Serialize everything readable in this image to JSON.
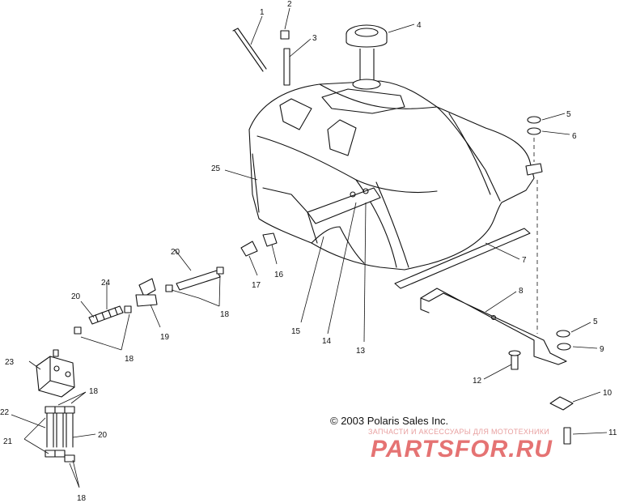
{
  "copyright": "© 2003 Polaris Sales Inc.",
  "watermark": {
    "subtitle": "ЗАПЧАСТИ И АКСЕССУАРЫ ДЛЯ МОТОТЕХНИКИ",
    "logo": "PARTSFOR.RU"
  },
  "callouts": [
    {
      "id": "c1",
      "label": "1"
    },
    {
      "id": "c2",
      "label": "2"
    },
    {
      "id": "c3",
      "label": "3"
    },
    {
      "id": "c4",
      "label": "4"
    },
    {
      "id": "c5a",
      "label": "5"
    },
    {
      "id": "c6",
      "label": "6"
    },
    {
      "id": "c7",
      "label": "7"
    },
    {
      "id": "c8",
      "label": "8"
    },
    {
      "id": "c5b",
      "label": "5"
    },
    {
      "id": "c9",
      "label": "9"
    },
    {
      "id": "c10",
      "label": "10"
    },
    {
      "id": "c11",
      "label": "11"
    },
    {
      "id": "c12",
      "label": "12"
    },
    {
      "id": "c13",
      "label": "13"
    },
    {
      "id": "c14",
      "label": "14"
    },
    {
      "id": "c15",
      "label": "15"
    },
    {
      "id": "c16",
      "label": "16"
    },
    {
      "id": "c17",
      "label": "17"
    },
    {
      "id": "c18a",
      "label": "18"
    },
    {
      "id": "c18b",
      "label": "18"
    },
    {
      "id": "c18c",
      "label": "18"
    },
    {
      "id": "c18d",
      "label": "18"
    },
    {
      "id": "c19",
      "label": "19"
    },
    {
      "id": "c20a",
      "label": "20"
    },
    {
      "id": "c20b",
      "label": "20"
    },
    {
      "id": "c20c",
      "label": "20"
    },
    {
      "id": "c21",
      "label": "21"
    },
    {
      "id": "c22",
      "label": "22"
    },
    {
      "id": "c23",
      "label": "23"
    },
    {
      "id": "c24",
      "label": "24"
    },
    {
      "id": "c25",
      "label": "25"
    }
  ]
}
